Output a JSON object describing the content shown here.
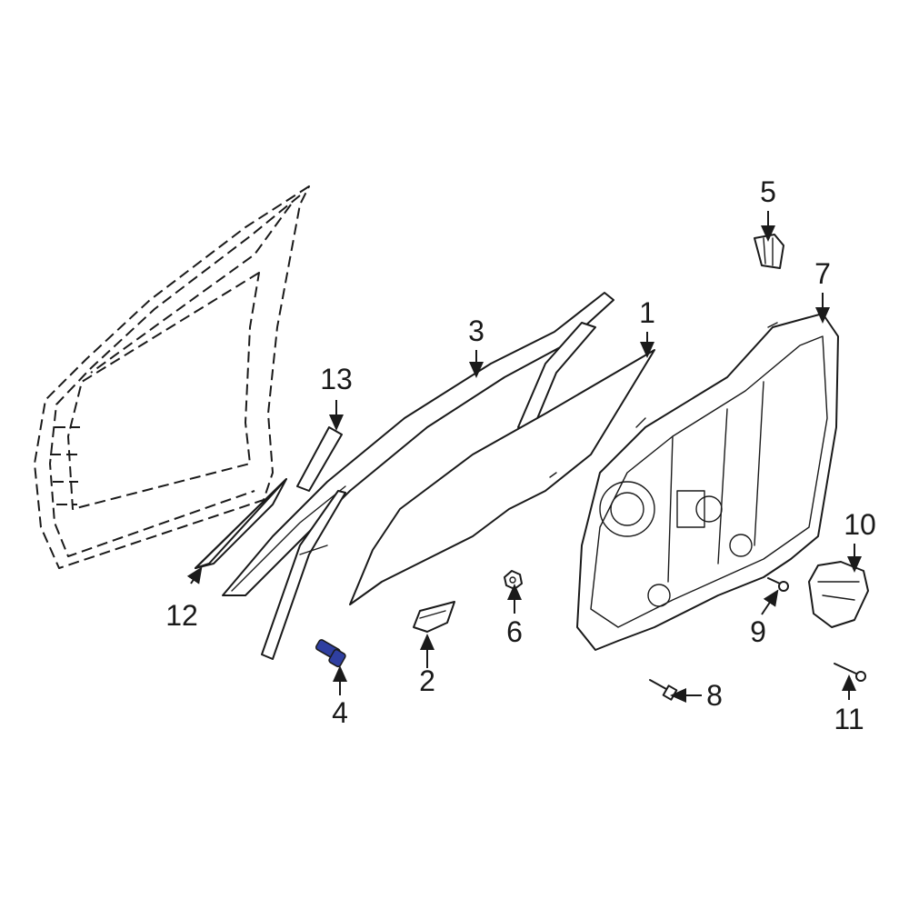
{
  "diagram": {
    "highlight_color": "#2f3fa0",
    "callouts": [
      {
        "id": "1",
        "label": "1"
      },
      {
        "id": "2",
        "label": "2"
      },
      {
        "id": "3",
        "label": "3"
      },
      {
        "id": "4",
        "label": "4"
      },
      {
        "id": "5",
        "label": "5"
      },
      {
        "id": "6",
        "label": "6"
      },
      {
        "id": "7",
        "label": "7"
      },
      {
        "id": "8",
        "label": "8"
      },
      {
        "id": "9",
        "label": "9"
      },
      {
        "id": "10",
        "label": "10"
      },
      {
        "id": "11",
        "label": "11"
      },
      {
        "id": "12",
        "label": "12"
      },
      {
        "id": "13",
        "label": "13"
      }
    ]
  }
}
